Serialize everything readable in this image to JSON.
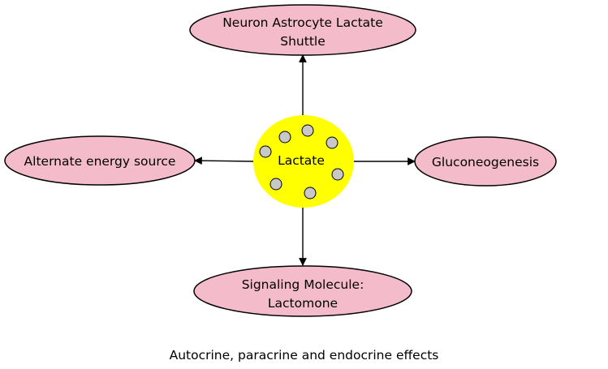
{
  "center": {
    "label": "Lactate",
    "fill_color": "#ffff00"
  },
  "nodes": {
    "top": {
      "line1": "Neuron Astrocyte Lactate",
      "line2": "Shuttle"
    },
    "left": {
      "label": "Alternate energy source"
    },
    "right": {
      "label": "Gluconeogenesis"
    },
    "bottom": {
      "line1": "Signaling Molecule:",
      "line2": "Lactomone"
    }
  },
  "node_fill_color": "#f4bccb",
  "node_stroke_color": "#000000",
  "particle_color": "#c8c8c8",
  "caption": "Autocrine, paracrine and endocrine effects"
}
